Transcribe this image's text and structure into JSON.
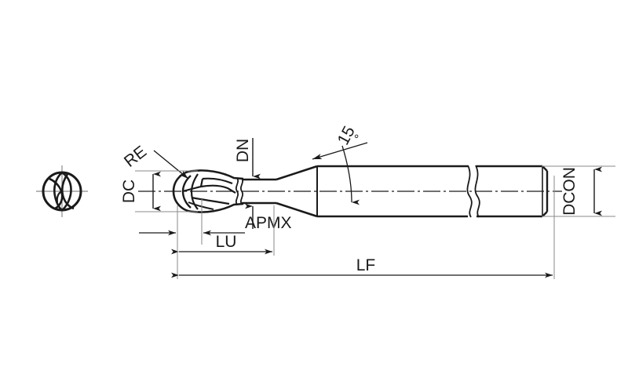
{
  "drawing": {
    "title": "Ball nose end mill dimensional drawing",
    "background_color": "#ffffff",
    "line_color": "#1a1a1a",
    "thin_line_color": "#8a8a8a"
  },
  "labels": {
    "re": "RE",
    "dc": "DC",
    "dn": "DN",
    "angle": "15",
    "angle_unit": "°",
    "apmx": "APMX",
    "lu": "LU",
    "lf": "LF",
    "dcon": "DCON"
  },
  "views": {
    "end_view": {
      "name": "end-view-ball-nose",
      "flutes": 2
    },
    "side_view": {
      "name": "side-view-tool"
    }
  }
}
